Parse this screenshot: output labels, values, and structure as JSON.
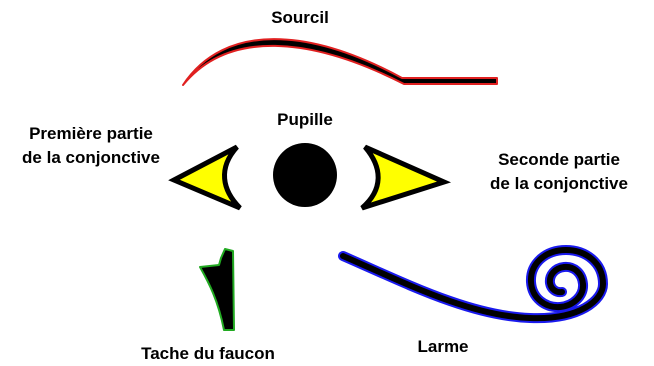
{
  "diagram": {
    "labels": {
      "eyebrow": "Sourcil",
      "pupil": "Pupille",
      "first_conjunctiva": [
        "Première partie",
        "de la conjonctive"
      ],
      "second_conjunctiva": [
        "Seconde partie",
        "de la conjonctive"
      ],
      "falcon_mark": "Tache du faucon",
      "tear": "Larme"
    },
    "colors": {
      "fill": "#000000",
      "conjunctiva_fill": "#ffff00",
      "eyebrow_outline": "#e02020",
      "falcon_outline": "#22aa22",
      "tear_outline": "#1a1aee",
      "background": "#ffffff"
    }
  }
}
